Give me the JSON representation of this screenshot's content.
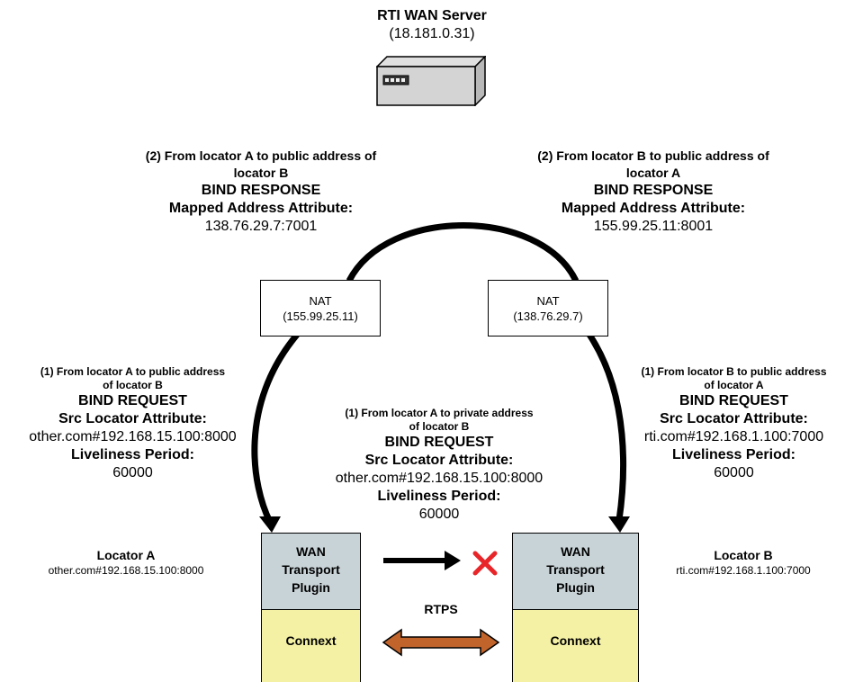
{
  "server": {
    "title": "RTI  WAN Server",
    "address": "(18.181.0.31)"
  },
  "bind_response_left": {
    "line1": "(2) From locator A to public address of",
    "line2": "locator B",
    "heading": "BIND RESPONSE",
    "attr_label": "Mapped Address Attribute:",
    "attr_value": "138.76.29.7:7001"
  },
  "bind_response_right": {
    "line1": "(2) From locator B to public address of",
    "line2": "locator A",
    "heading": "BIND RESPONSE",
    "attr_label": "Mapped Address Attribute:",
    "attr_value": "155.99.25.11:8001"
  },
  "nat_left": {
    "label": "NAT",
    "address": "(155.99.25.11)"
  },
  "nat_right": {
    "label": "NAT",
    "address": "(138.76.29.7)"
  },
  "bind_request_left": {
    "line1": "(1) From locator A to public address",
    "line2": "of locator B",
    "heading": "BIND REQUEST",
    "attr_label": "Src Locator Attribute:",
    "attr_value": "other.com#192.168.15.100:8000",
    "period_label": "Liveliness Period:",
    "period_value": "60000"
  },
  "bind_request_center": {
    "line1": "(1) From locator A to private address",
    "line2": "of locator B",
    "heading": "BIND REQUEST",
    "attr_label": "Src Locator Attribute:",
    "attr_value": "other.com#192.168.15.100:8000",
    "period_label": "Liveliness Period:",
    "period_value": "60000"
  },
  "bind_request_right": {
    "line1": "(1) From locator B to public address",
    "line2": "of locator A",
    "heading": "BIND REQUEST",
    "attr_label": "Src Locator Attribute:",
    "attr_value": "rti.com#192.168.1.100:7000",
    "period_label": "Liveliness Period:",
    "period_value": "60000"
  },
  "locator_a": {
    "title": "Locator A",
    "address": "other.com#192.168.15.100:8000"
  },
  "locator_b": {
    "title": "Locator B",
    "address": "rti.com#192.168.1.100:7000"
  },
  "stack_left": {
    "plugin_line1": "WAN",
    "plugin_line2": "Transport",
    "plugin_line3": "Plugin",
    "connext": "Connext"
  },
  "stack_right": {
    "plugin_line1": "WAN",
    "plugin_line2": "Transport",
    "plugin_line3": "Plugin",
    "connext": "Connext"
  },
  "rtps_label": "RTPS",
  "colors": {
    "plugin": "#c8d3d7",
    "connext": "#f4f1a4",
    "rtps_arrow": "#c0642c",
    "blocked_x": "#e8262a"
  }
}
